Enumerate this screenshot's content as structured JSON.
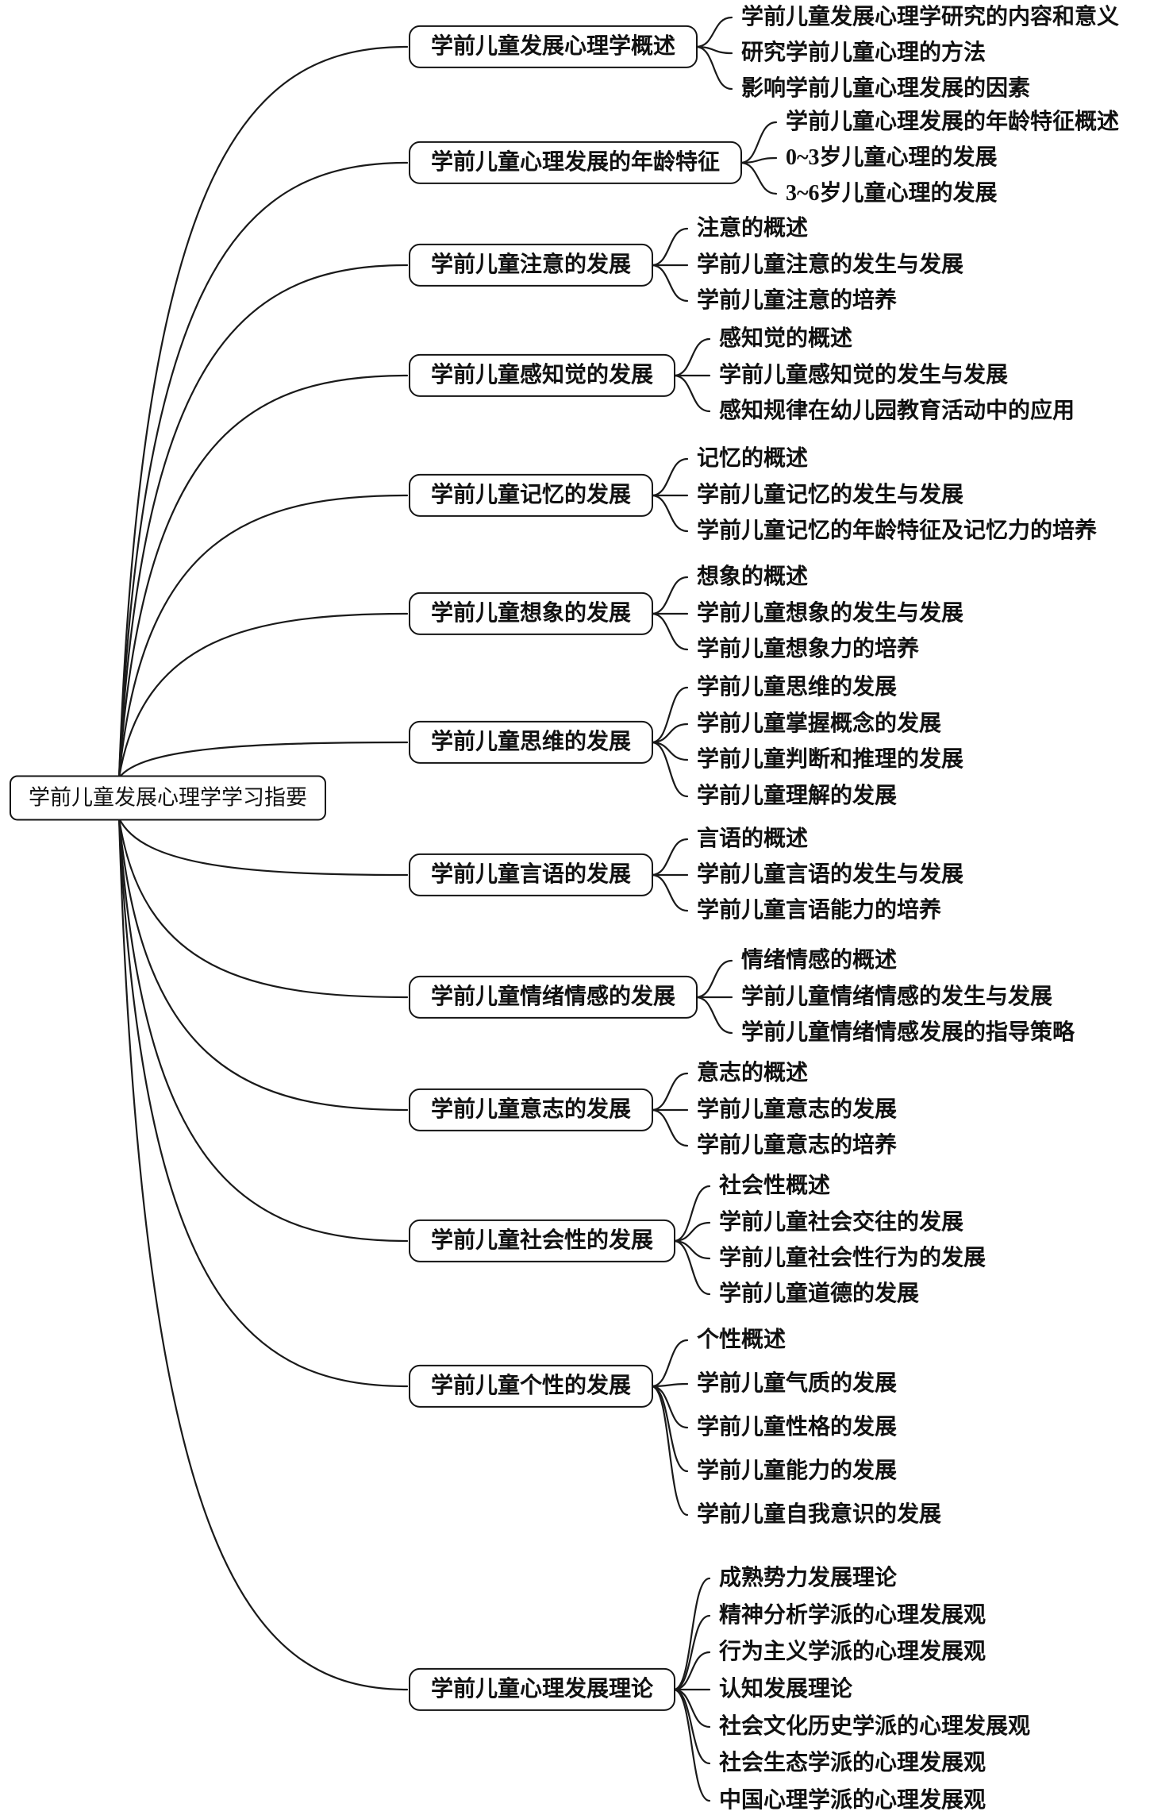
{
  "root": {
    "label": "学前儿童发展心理学学习指要"
  },
  "branches": [
    {
      "label": "学前儿童发展心理学概述",
      "children": [
        "学前儿童发展心理学研究的内容和意义",
        "研究学前儿童心理的方法",
        "影响学前儿童心理发展的因素"
      ]
    },
    {
      "label": "学前儿童心理发展的年龄特征",
      "children": [
        "学前儿童心理发展的年龄特征概述",
        "0~3岁儿童心理的发展",
        "3~6岁儿童心理的发展"
      ]
    },
    {
      "label": "学前儿童注意的发展",
      "children": [
        "注意的概述",
        "学前儿童注意的发生与发展",
        "学前儿童注意的培养"
      ]
    },
    {
      "label": "学前儿童感知觉的发展",
      "children": [
        "感知觉的概述",
        "学前儿童感知觉的发生与发展",
        "感知规律在幼儿园教育活动中的应用"
      ]
    },
    {
      "label": "学前儿童记忆的发展",
      "children": [
        "记忆的概述",
        "学前儿童记忆的发生与发展",
        "学前儿童记忆的年龄特征及记忆力的培养"
      ]
    },
    {
      "label": "学前儿童想象的发展",
      "children": [
        "想象的概述",
        "学前儿童想象的发生与发展",
        "学前儿童想象力的培养"
      ]
    },
    {
      "label": "学前儿童思维的发展",
      "children": [
        "学前儿童思维的发展",
        "学前儿童掌握概念的发展",
        "学前儿童判断和推理的发展",
        "学前儿童理解的发展"
      ]
    },
    {
      "label": "学前儿童言语的发展",
      "children": [
        "言语的概述",
        "学前儿童言语的发生与发展",
        "学前儿童言语能力的培养"
      ]
    },
    {
      "label": "学前儿童情绪情感的发展",
      "children": [
        "情绪情感的概述",
        "学前儿童情绪情感的发生与发展",
        "学前儿童情绪情感发展的指导策略"
      ]
    },
    {
      "label": "学前儿童意志的发展",
      "children": [
        "意志的概述",
        "学前儿童意志的发展",
        "学前儿童意志的培养"
      ]
    },
    {
      "label": "学前儿童社会性的发展",
      "children": [
        "社会性概述",
        "学前儿童社会交往的发展",
        "学前儿童社会性行为的发展",
        "学前儿童道德的发展"
      ]
    },
    {
      "label": "学前儿童个性的发展",
      "children": [
        "个性概述",
        "学前儿童气质的发展",
        "学前儿童性格的发展",
        "学前儿童能力的发展",
        "学前儿童自我意识的发展"
      ]
    },
    {
      "label": "学前儿童心理发展理论",
      "children": [
        "成熟势力发展理论",
        "精神分析学派的心理发展观",
        "行为主义学派的心理发展观",
        "认知发展理论",
        "社会文化历史学派的心理发展观",
        "社会生态学派的心理发展观",
        "中国心理学派的心理发展观"
      ]
    }
  ],
  "colors": {
    "background": "#ffffff",
    "line": "#1a1a1a",
    "node_border": "#141414",
    "text": "#111111"
  }
}
